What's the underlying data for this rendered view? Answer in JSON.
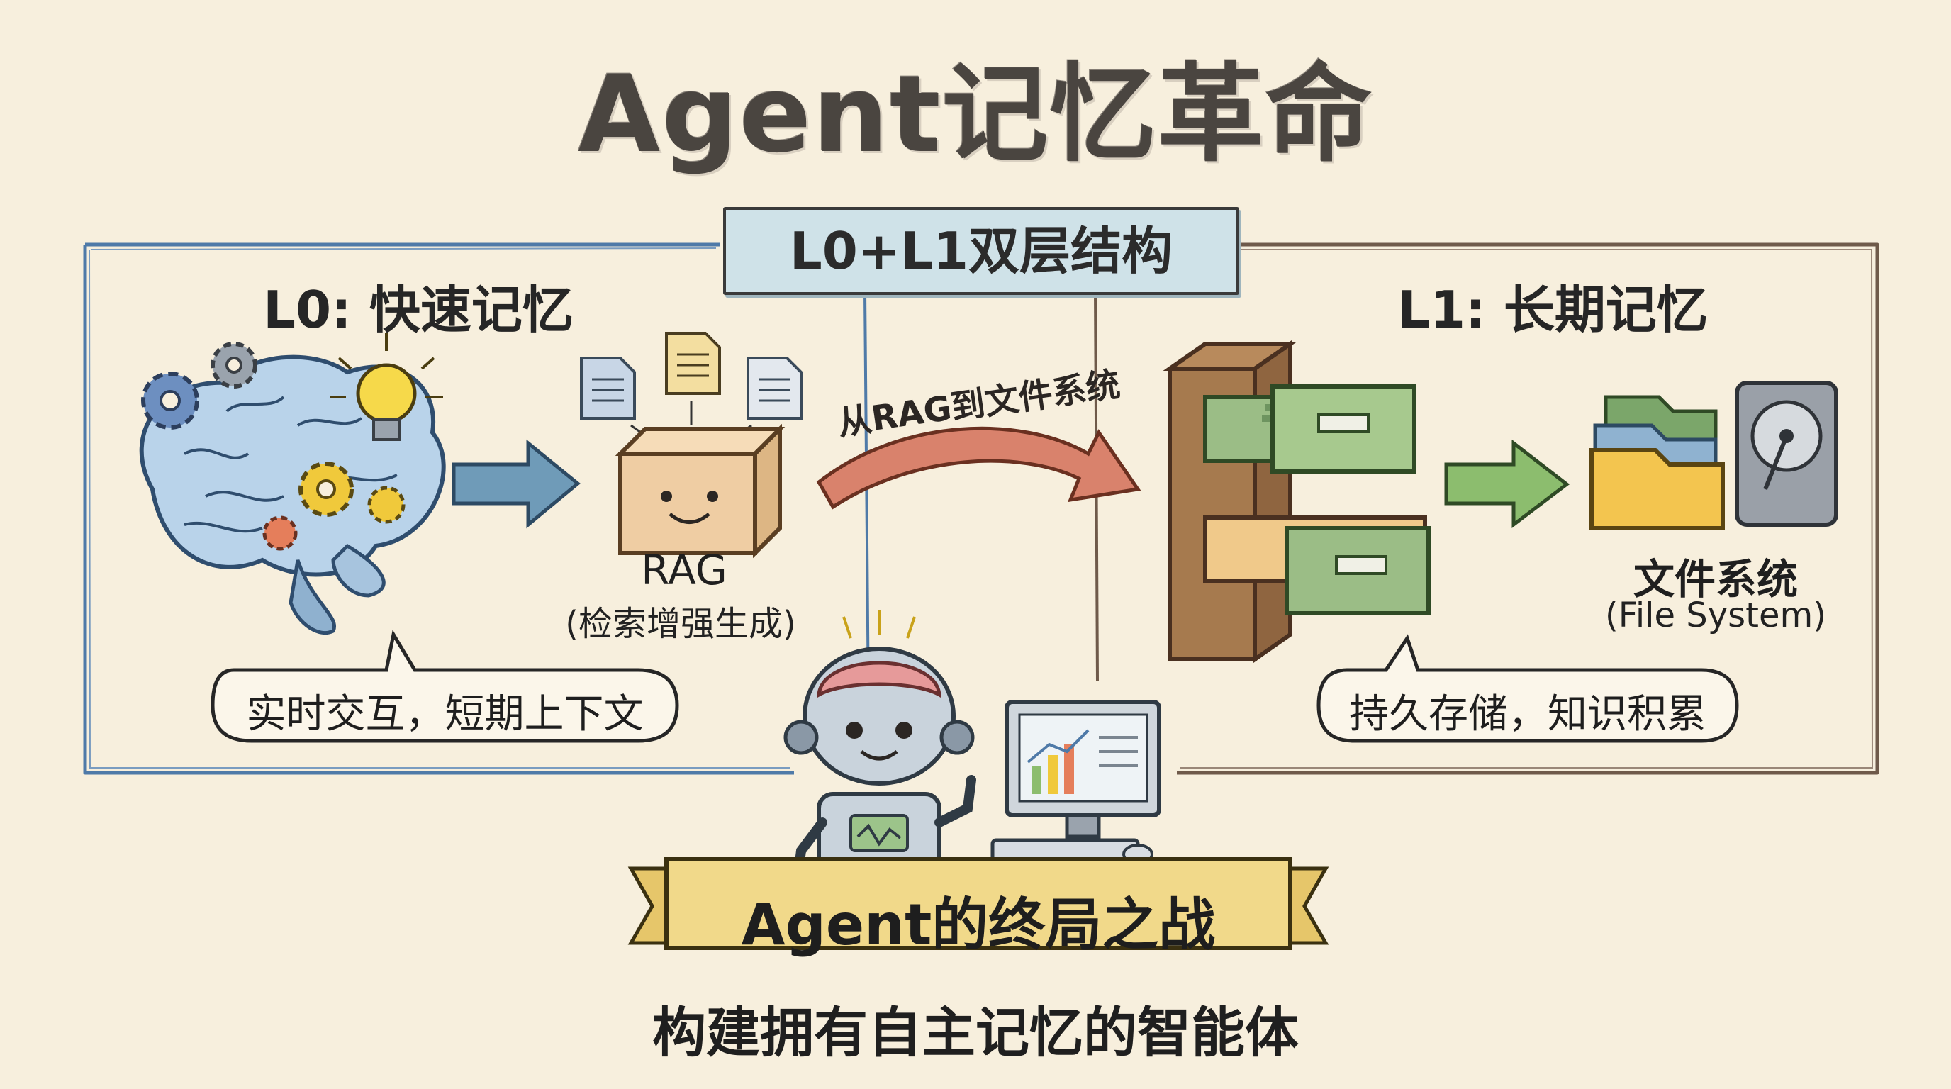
{
  "title": "Agent记忆革命",
  "banner": "L0+L1双层结构",
  "left": {
    "heading": "L0: 快速记忆",
    "rag_label": "RAG",
    "rag_sub": "(检索增强生成)",
    "bubble": "实时交互，短期上下文"
  },
  "middle": {
    "arrow_label": "从RAG到文件系统"
  },
  "right": {
    "heading": "L1: 长期记忆",
    "fs_label": "文件系统",
    "fs_sub": "(File System)",
    "bubble": "持久存储，知识积累"
  },
  "bottom": {
    "ribbon": "Agent的终局之战",
    "subtitle": "构建拥有自主记忆的智能体"
  },
  "colors": {
    "background": "#f7efdd",
    "left_frame": "#4f7aa8",
    "right_frame": "#6f5a4a",
    "banner": "#cfe2e8",
    "ribbon": "#f1d98a",
    "blue_arrow": "#6f9bb8",
    "red_arrow": "#d9826c",
    "green_arrow": "#8cbd6e"
  },
  "icons": [
    "brain-icon",
    "gear-icon",
    "lightbulb-icon",
    "document-icon",
    "box-icon",
    "cabinet-icon",
    "folder-icon",
    "hard-drive-icon",
    "robot-icon",
    "monitor-icon",
    "keyboard-icon",
    "mouse-icon"
  ]
}
